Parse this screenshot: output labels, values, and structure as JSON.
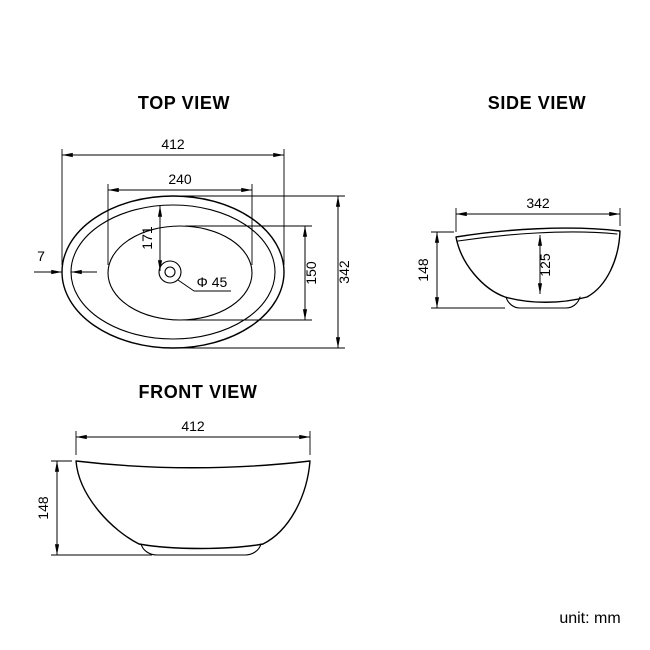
{
  "page": {
    "unit_label": "unit: mm"
  },
  "colors": {
    "line": "#000000",
    "background": "#ffffff"
  },
  "views": {
    "top": {
      "title": "TOP VIEW",
      "dims": {
        "overall_width": "412",
        "basin_width": "240",
        "center_depth": "171",
        "basin_length": "150",
        "overall_depth": "342",
        "rim_thickness": "7",
        "drain_diameter": "Φ 45"
      }
    },
    "side": {
      "title": "SIDE VIEW",
      "dims": {
        "overall_width": "342",
        "overall_height": "148",
        "inner_depth": "125"
      }
    },
    "front": {
      "title": "FRONT VIEW",
      "dims": {
        "overall_width": "412",
        "overall_height": "148"
      }
    }
  }
}
